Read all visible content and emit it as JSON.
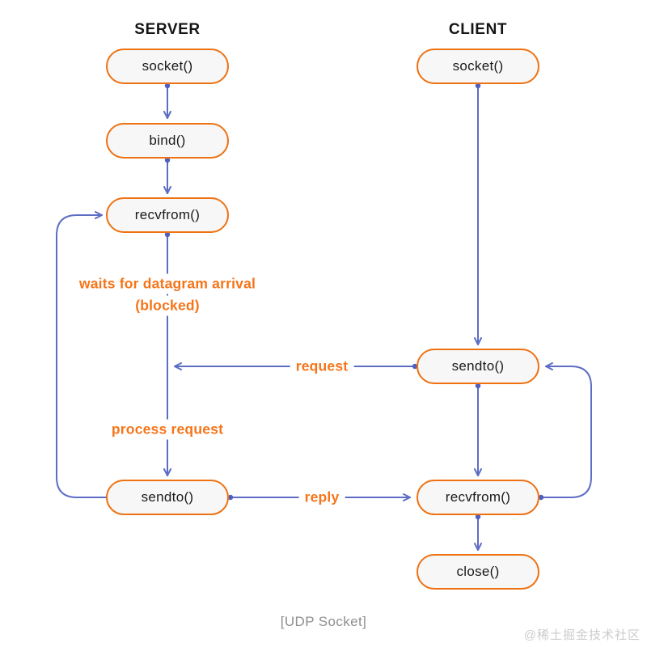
{
  "diagram": {
    "title_caption": "[UDP Socket]",
    "watermark": "@稀土掘金技术社区",
    "columns": {
      "server": "SERVER",
      "client": "CLIENT"
    },
    "server_nodes": [
      {
        "label": "socket()"
      },
      {
        "label": "bind()"
      },
      {
        "label": "recvfrom()"
      },
      {
        "label": "sendto()"
      }
    ],
    "client_nodes": [
      {
        "label": "socket()"
      },
      {
        "label": "sendto()"
      },
      {
        "label": "recvfrom()"
      },
      {
        "label": "close()"
      }
    ],
    "annotations": {
      "waits_line1": "waits for datagram arrival",
      "waits_line2": "(blocked)",
      "process": "process request",
      "request": "request",
      "reply": "reply"
    },
    "edges": [
      {
        "from": "server socket()",
        "to": "server bind()"
      },
      {
        "from": "server bind()",
        "to": "server recvfrom()"
      },
      {
        "from": "server recvfrom()",
        "to": "server sendto()",
        "label": "waits for datagram arrival (blocked), process request"
      },
      {
        "from": "server sendto()",
        "to": "server recvfrom()",
        "kind": "loop-back"
      },
      {
        "from": "client socket()",
        "to": "client sendto()"
      },
      {
        "from": "client sendto()",
        "to": "server recvfrom()",
        "label": "request"
      },
      {
        "from": "client sendto()",
        "to": "client recvfrom()"
      },
      {
        "from": "server sendto()",
        "to": "client recvfrom()",
        "label": "reply"
      },
      {
        "from": "client recvfrom()",
        "to": "client sendto()",
        "kind": "loop-back"
      },
      {
        "from": "client recvfrom()",
        "to": "client close()"
      }
    ],
    "colors": {
      "node_border": "#EE7112",
      "node_fill": "#F7F7F7",
      "annotation_text": "#F5751A",
      "arrow": "#5E6DC4",
      "arrow_dot": "#4E5FC0",
      "caption_text": "#8F8F8F"
    }
  }
}
